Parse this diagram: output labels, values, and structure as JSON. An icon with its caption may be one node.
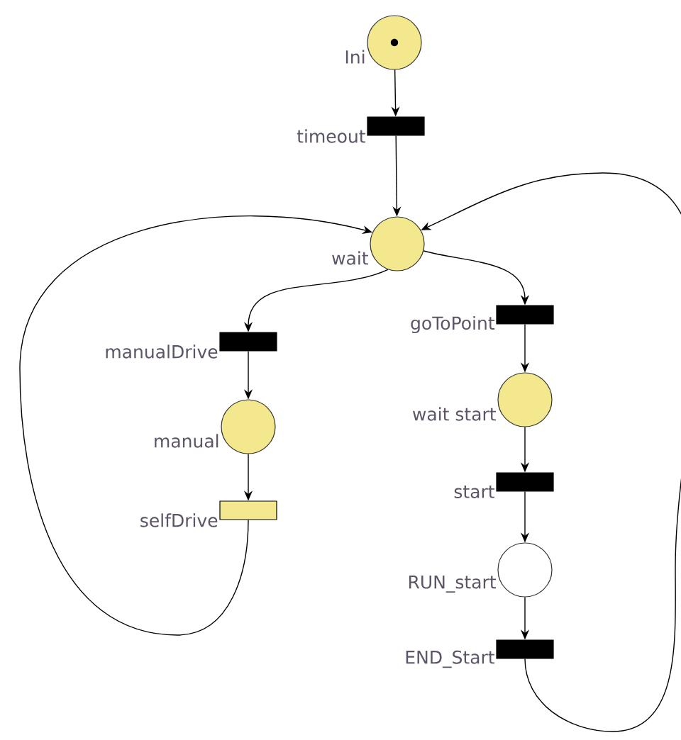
{
  "diagram": {
    "nodes": [
      {
        "text": [],
        "shape": "circle",
        "beside": [
          "Ini"
        ]
      },
      {
        "text": [],
        "shape": "bar",
        "beside": [
          "timeout"
        ]
      },
      {
        "text": [],
        "shape": "circle",
        "beside": [
          "wait"
        ]
      },
      {
        "text": [],
        "shape": "bar",
        "beside": [
          "goToPoint"
        ]
      },
      {
        "text": [],
        "shape": "bar",
        "beside": [
          "manualDrive"
        ]
      },
      {
        "text": [],
        "shape": "circle",
        "beside": [
          "wait start"
        ]
      },
      {
        "text": [],
        "shape": "circle",
        "beside": [
          "manual"
        ]
      },
      {
        "text": [],
        "shape": "bar",
        "beside": [
          "start"
        ]
      },
      {
        "text": [],
        "shape": "bar",
        "beside": [
          "selfDrive"
        ]
      },
      {
        "text": [],
        "shape": "circle",
        "beside": [
          "RUN_start"
        ]
      },
      {
        "text": [],
        "shape": "bar",
        "beside": [
          "END_Start"
        ]
      }
    ],
    "edges": [
      {
        "from": 0,
        "to": 1,
        "arrow": "to"
      },
      {
        "from": 1,
        "to": 2,
        "arrow": "to"
      },
      {
        "from": 2,
        "to": 3,
        "arrow": "to"
      },
      {
        "from": 2,
        "to": 4,
        "arrow": "to"
      },
      {
        "from": 3,
        "to": 5,
        "arrow": "to"
      },
      {
        "from": 4,
        "to": 6,
        "arrow": "to"
      },
      {
        "from": 5,
        "to": 7,
        "arrow": "to"
      },
      {
        "from": 6,
        "to": 8,
        "arrow": "to"
      },
      {
        "from": 7,
        "to": 9,
        "arrow": "to"
      },
      {
        "from": 9,
        "to": 10,
        "arrow": "to"
      },
      {
        "from": 8,
        "to": 2,
        "arrow": "to"
      },
      {
        "from": 10,
        "to": 2,
        "arrow": "to"
      }
    ]
  }
}
